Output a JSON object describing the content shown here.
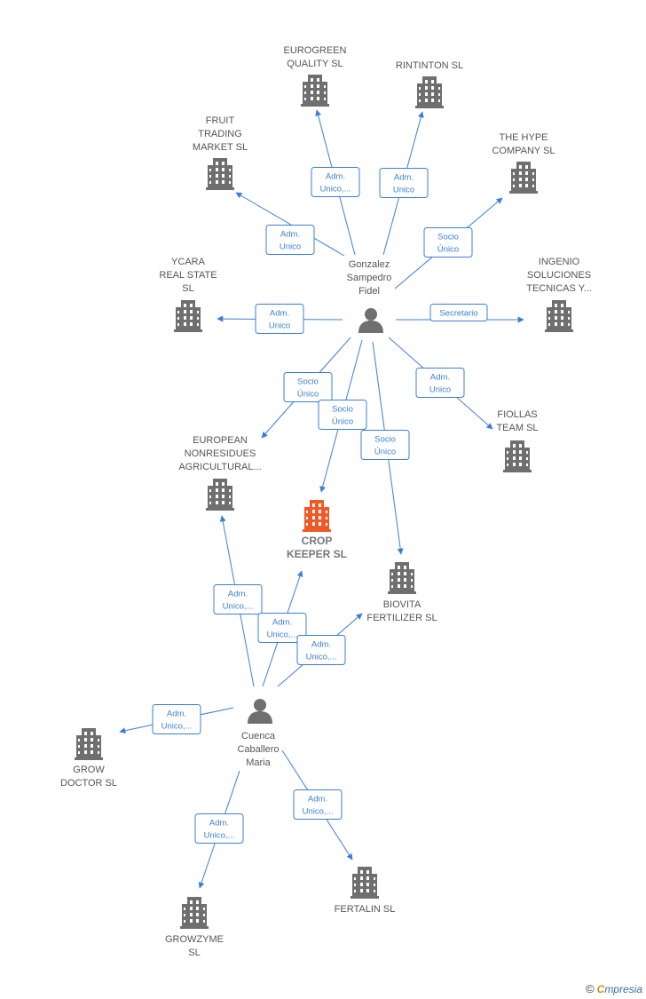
{
  "colors": {
    "edge": "#3b7fd4",
    "building": "#6f6f6f",
    "focus_building": "#f05a28",
    "person": "#6f6f6f",
    "label": "#555555"
  },
  "persons": [
    {
      "id": "gonzalez",
      "lines": [
        "Gonzalez",
        "Sampedro",
        "Fidel"
      ]
    },
    {
      "id": "cuenca",
      "lines": [
        "Cuenca",
        "Caballero",
        "Maria"
      ]
    }
  ],
  "companies": [
    {
      "id": "eurogreen",
      "lines": [
        "EUROGREEN",
        "QUALITY  SL"
      ]
    },
    {
      "id": "rintinton",
      "lines": [
        "RINTINTON  SL"
      ]
    },
    {
      "id": "fruit",
      "lines": [
        "FRUIT",
        "TRADING",
        "MARKET  SL"
      ]
    },
    {
      "id": "thehype",
      "lines": [
        "THE HYPE",
        "COMPANY  SL"
      ]
    },
    {
      "id": "ycara",
      "lines": [
        "YCARA",
        "REAL STATE",
        "SL"
      ]
    },
    {
      "id": "ingenio",
      "lines": [
        "INGENIO",
        "SOLUCIONES",
        "TECNICAS Y..."
      ]
    },
    {
      "id": "fiollas",
      "lines": [
        "FIOLLAS",
        "TEAM  SL"
      ]
    },
    {
      "id": "european",
      "lines": [
        "EUROPEAN",
        "NONRESIDUES",
        "AGRICULTURAL..."
      ]
    },
    {
      "id": "crop",
      "lines": [
        "CROP",
        "KEEPER  SL"
      ],
      "focus": true
    },
    {
      "id": "biovita",
      "lines": [
        "BIOVITA",
        "FERTILIZER  SL"
      ]
    },
    {
      "id": "grow",
      "lines": [
        "GROW",
        "DOCTOR  SL"
      ]
    },
    {
      "id": "growzyme",
      "lines": [
        "GROWZYME",
        "SL"
      ]
    },
    {
      "id": "fertalin",
      "lines": [
        "FERTALIN  SL"
      ]
    }
  ],
  "edges": [
    {
      "from": "gonzalez",
      "to": "eurogreen",
      "label": [
        "Adm.",
        "Unico,..."
      ]
    },
    {
      "from": "gonzalez",
      "to": "rintinton",
      "label": [
        "Adm.",
        "Unico"
      ]
    },
    {
      "from": "gonzalez",
      "to": "fruit",
      "label": [
        "Adm.",
        "Unico"
      ]
    },
    {
      "from": "gonzalez",
      "to": "thehype",
      "label": [
        "Socio",
        "Único"
      ]
    },
    {
      "from": "gonzalez",
      "to": "ycara",
      "label": [
        "Adm.",
        "Unico"
      ]
    },
    {
      "from": "gonzalez",
      "to": "ingenio",
      "label": [
        "Secretario"
      ]
    },
    {
      "from": "gonzalez",
      "to": "fiollas",
      "label": [
        "Adm.",
        "Unico"
      ]
    },
    {
      "from": "gonzalez",
      "to": "european",
      "label": [
        "Socio",
        "Único"
      ]
    },
    {
      "from": "gonzalez",
      "to": "crop",
      "label": [
        "Socio",
        "Único"
      ]
    },
    {
      "from": "gonzalez",
      "to": "biovita",
      "label": [
        "Socio",
        "Único"
      ]
    },
    {
      "from": "cuenca",
      "to": "european",
      "label": [
        "Adm.",
        "Unico,..."
      ]
    },
    {
      "from": "cuenca",
      "to": "crop",
      "label": [
        "Adm.",
        "Unico,..."
      ]
    },
    {
      "from": "cuenca",
      "to": "biovita",
      "label": [
        "Adm.",
        "Unico,..."
      ]
    },
    {
      "from": "cuenca",
      "to": "grow",
      "label": [
        "Adm.",
        "Unico,..."
      ]
    },
    {
      "from": "cuenca",
      "to": "growzyme",
      "label": [
        "Adm.",
        "Unico,..."
      ]
    },
    {
      "from": "cuenca",
      "to": "fertalin",
      "label": [
        "Adm.",
        "Unico,..."
      ]
    }
  ],
  "watermark": {
    "copyright": "©",
    "brand_initial": "C",
    "brand_rest": "mpresia"
  }
}
